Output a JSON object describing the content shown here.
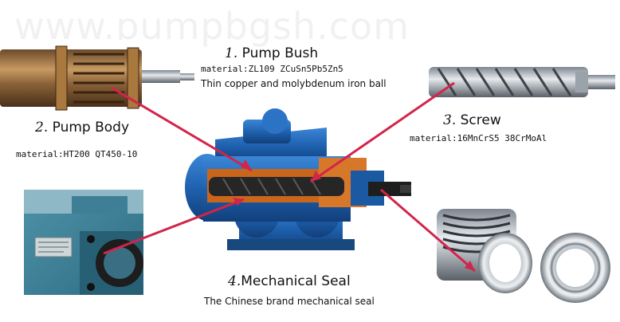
{
  "watermark": "www.pumpbgsh.com",
  "parts": {
    "bush": {
      "number": "1.",
      "title": "Pump Bush",
      "material": "material:ZL109 ZCuSn5Pb5Zn5",
      "note": "Thin copper and molybdenum iron ball"
    },
    "body": {
      "number": "2.",
      "title": "Pump Body",
      "material": "material:HT200 QT450-10"
    },
    "screw": {
      "number": "3.",
      "title": "Screw",
      "material": "material:16MnCrS5 38CrMoAl"
    },
    "seal": {
      "number": "4.",
      "title": "Mechanical Seal",
      "note": "The Chinese brand mechanical seal"
    }
  },
  "colors": {
    "pointer": "#d3244a",
    "pump_blue": "#1f62b0",
    "bush_orange": "#c9661c",
    "screw_dark": "#2b2b2b"
  }
}
